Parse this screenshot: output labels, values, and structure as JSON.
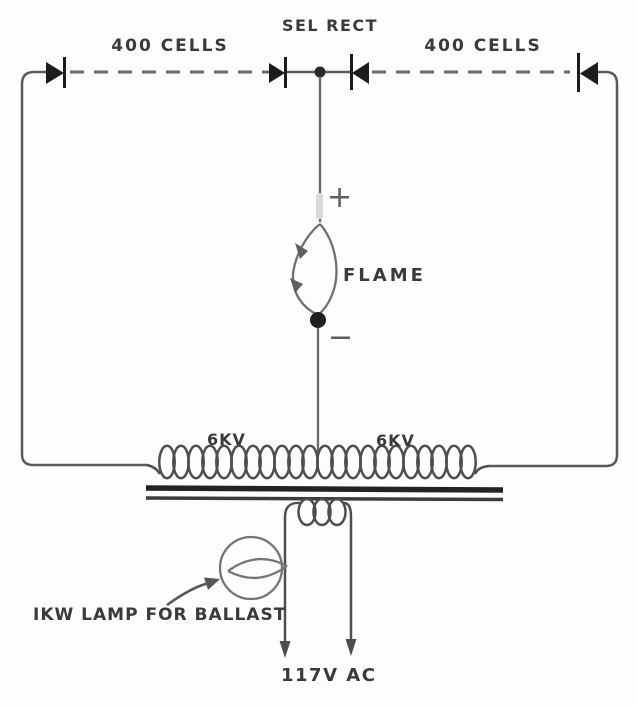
{
  "diagram": {
    "type": "schematic",
    "labels": {
      "cells_left": "400 CELLS",
      "sel_rect": "SEL RECT",
      "cells_right": "400 CELLS",
      "plus": "+",
      "flame": "FLAME",
      "minus": "−",
      "kv_left": "6KV",
      "kv_right": "6KV",
      "ballast": "IKW LAMP FOR BALLAST",
      "supply": "117V AC"
    },
    "components": [
      {
        "name": "rectifier-string-left",
        "symbol": "diode-icon",
        "label_key": "cells_left"
      },
      {
        "name": "rectifier-pair-center",
        "symbol": "diode-icon",
        "label_key": "sel_rect"
      },
      {
        "name": "rectifier-string-right",
        "symbol": "diode-icon",
        "label_key": "cells_right"
      },
      {
        "name": "flame-electrode",
        "symbol": "flame-icon",
        "label_key": "flame"
      },
      {
        "name": "hv-secondary-winding",
        "symbol": "coil-icon",
        "label_keys": [
          "kv_left",
          "kv_right"
        ]
      },
      {
        "name": "transformer-core",
        "symbol": "core-bars"
      },
      {
        "name": "primary-winding",
        "symbol": "coil-icon"
      },
      {
        "name": "ballast-lamp",
        "symbol": "lamp-icon",
        "label_key": "ballast"
      },
      {
        "name": "ac-line",
        "symbol": "down-arrows",
        "label_key": "supply"
      }
    ],
    "colors": {
      "background": "#fdfdfd",
      "wire": "#5a5a5a",
      "component_dark": "#1c1c1c",
      "text": "#3a3a3a",
      "electrode_gap": "#d9d9d9"
    }
  }
}
